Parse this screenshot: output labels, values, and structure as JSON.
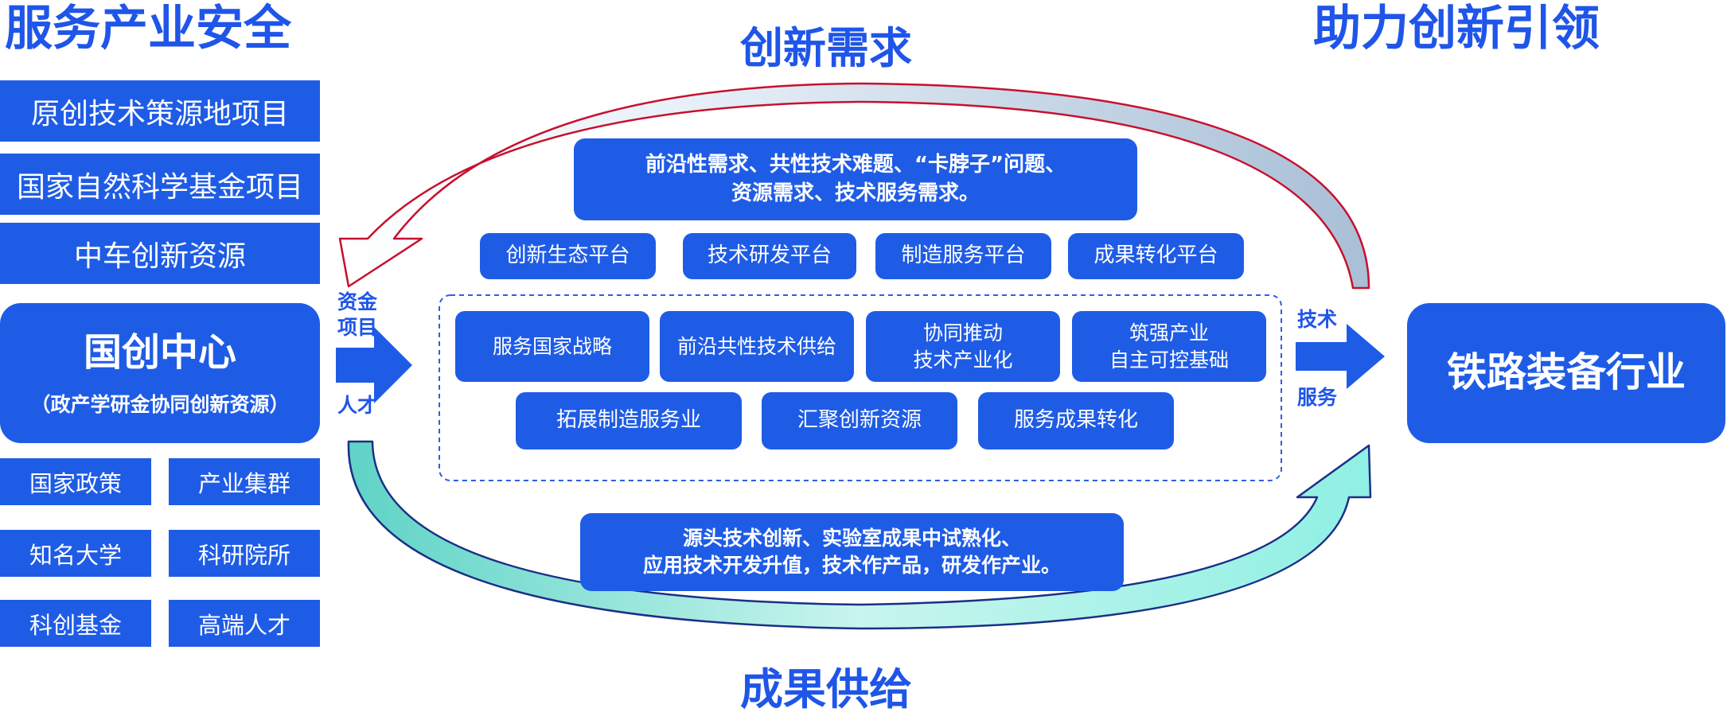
{
  "left_column": {
    "title": "服务产业安全",
    "projects": [
      "原创技术策源地项目",
      "国家自然科学基金项目",
      "中车创新资源"
    ],
    "center": {
      "title": "国创中心",
      "subtitle": "（政产学研金协同创新资源）"
    },
    "resources": [
      "国家政策",
      "产业集群",
      "知名大学",
      "科研院所",
      "科创基金",
      "高端人才"
    ]
  },
  "right_column": {
    "title": "助力创新引领",
    "industry": "铁路装备行业"
  },
  "top_arc": {
    "label": "创新需求",
    "demand_lines": [
      "前沿性需求、共性技术难题、“卡脖子”问题、",
      "资源需求、技术服务需求。"
    ]
  },
  "platforms": [
    "创新生态平台",
    "技术研发平台",
    "制造服务平台",
    "成果转化平台"
  ],
  "functions_row1": [
    {
      "line1": "服务国家战略",
      "line2": ""
    },
    {
      "line1": "前沿共性技术供给",
      "line2": ""
    },
    {
      "line1": "协同推动",
      "line2": "技术产业化"
    },
    {
      "line1": "筑强产业",
      "line2": "自主可控基础"
    }
  ],
  "functions_row2": [
    "拓展制造服务业",
    "汇聚创新资源",
    "服务成果转化"
  ],
  "bottom_arc": {
    "label": "成果供给",
    "supply_lines": [
      "源头技术创新、实验室成果中试熟化、",
      "应用技术开发升值，技术作产品，研发作产业。"
    ]
  },
  "left_arrow_labels": {
    "top1": "资金",
    "top2": "项目",
    "bottom": "人才"
  },
  "right_arrow_labels": {
    "top": "技术",
    "bottom": "服务"
  },
  "colors": {
    "primary_blue": "#1f5ce6",
    "heading_blue": "#1f55e8",
    "top_arc_fill": "#a9bfd6",
    "top_arc_outline": "#c8102e",
    "bottom_arc_fill": "#6fe0cf",
    "bottom_arc_outline": "#1b2f86",
    "dashed_frame": "#2f5fe0"
  }
}
